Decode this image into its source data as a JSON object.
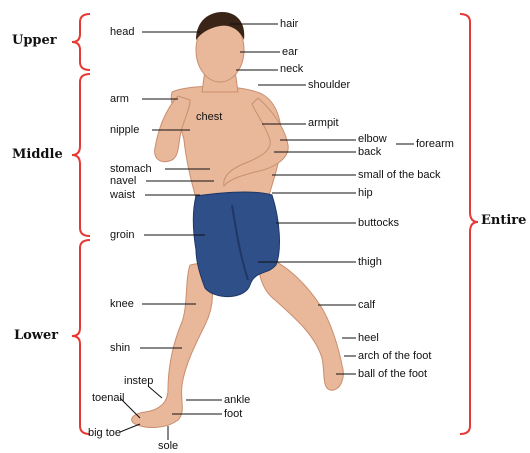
{
  "colors": {
    "bracket": "#e53935",
    "leader": "#111111",
    "skin": "#e9b79a",
    "skin_shadow": "#c98f6f",
    "shorts": "#2f4f88",
    "shorts_dark": "#1f3766",
    "hair": "#3a2417"
  },
  "groups": {
    "upper": "Upper",
    "middle": "Middle",
    "lower": "Lower",
    "entire": "Entire"
  },
  "labels": {
    "head": "head",
    "hair": "hair",
    "ear": "ear",
    "neck": "neck",
    "shoulder": "shoulder",
    "arm": "arm",
    "chest": "chest",
    "armpit": "armpit",
    "nipple": "nipple",
    "elbow": "elbow",
    "forearm": "forearm",
    "back": "back",
    "stomach": "stomach",
    "navel": "navel",
    "small_of_back": "small of the back",
    "waist": "waist",
    "hip": "hip",
    "buttocks": "buttocks",
    "groin": "groin",
    "thigh": "thigh",
    "knee": "knee",
    "calf": "calf",
    "heel": "heel",
    "shin": "shin",
    "arch": "arch of the foot",
    "ball": "ball of the foot",
    "instep": "instep",
    "toenail": "toenail",
    "ankle": "ankle",
    "foot": "foot",
    "big_toe": "big toe",
    "sole": "sole"
  }
}
